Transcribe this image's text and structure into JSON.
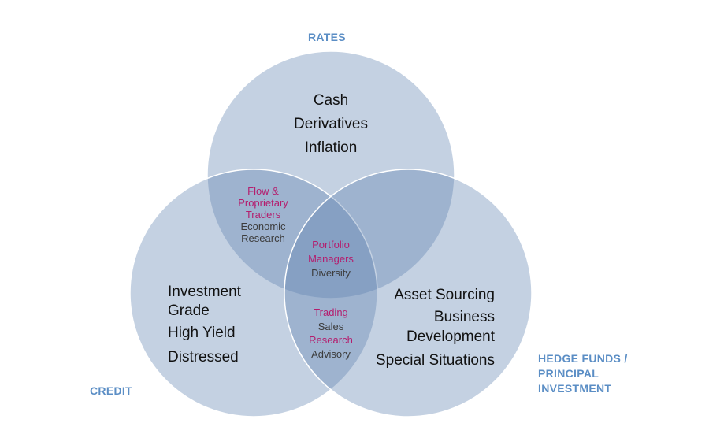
{
  "sets": {
    "rates": {
      "label": "RATES",
      "items": [
        "Cash",
        "Derivatives",
        "Inflation"
      ]
    },
    "credit": {
      "label": "CREDIT",
      "items": [
        "Investment",
        "Grade",
        "High Yield",
        "Distressed"
      ]
    },
    "hedge_funds": {
      "label_lines": [
        "HEDGE FUNDS /",
        "PRINCIPAL",
        "INVESTMENT"
      ],
      "items": [
        "Asset Sourcing",
        "Business",
        "Development",
        "Special Situations"
      ]
    }
  },
  "overlaps": {
    "rates_credit": {
      "highlight": [
        "Flow &",
        "Proprietary",
        "Traders"
      ],
      "plain": [
        "Economic",
        "Research"
      ]
    },
    "all_three": {
      "highlight": [
        "Portfolio",
        "Managers"
      ],
      "plain": [
        "Diversity"
      ]
    },
    "credit_hedge": {
      "lines": [
        {
          "text": "Trading",
          "style": "pink"
        },
        {
          "text": "Sales",
          "style": "grey"
        },
        {
          "text": "Research",
          "style": "pink"
        },
        {
          "text": "Advisory",
          "style": "grey"
        }
      ]
    }
  },
  "colors": {
    "circle_fill": "#5b7fae",
    "circle_stroke": "#ffffff",
    "set_label": "#5b8ec5",
    "highlight_text": "#b41e6e",
    "plain_text": "#3c3c3c",
    "item_text": "#111111"
  }
}
